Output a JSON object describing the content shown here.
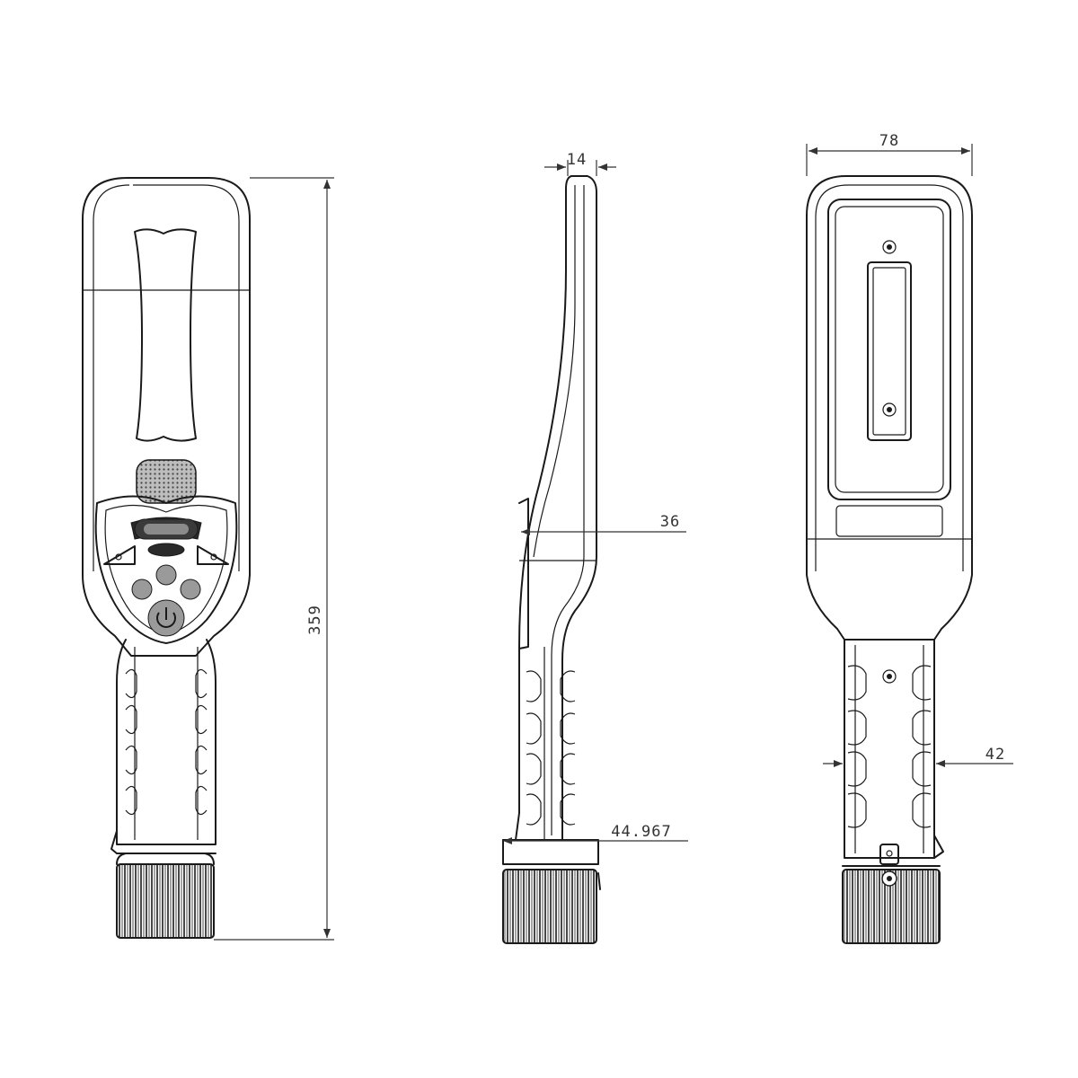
{
  "dimensions": {
    "front_height": "359",
    "side_thickness": "14",
    "side_depth": "36",
    "side_grip": "44.967",
    "back_width": "78",
    "back_grip": "42"
  }
}
